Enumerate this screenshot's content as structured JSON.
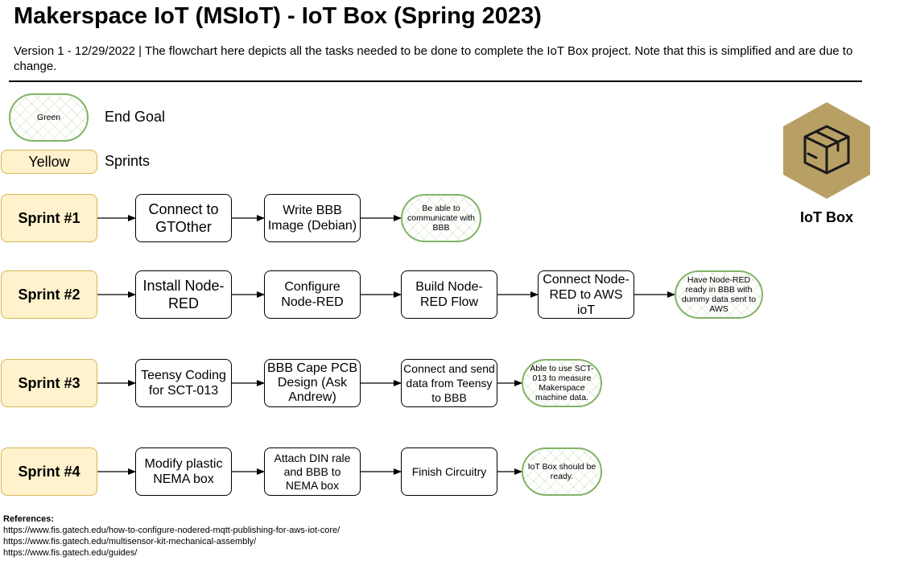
{
  "title": "Makerspace IoT (MSIoT) - IoT Box (Spring 2023)",
  "description": "Version 1 - 12/29/2022 | The flowchart here depicts all the tasks needed to be done to complete the IoT Box project. Note that this is simplified and are due to change.",
  "legend": {
    "green_swatch": "Green",
    "green_label": "End Goal",
    "yellow_swatch": "Yellow",
    "yellow_label": "Sprints"
  },
  "iot_box": {
    "label": "IoT Box",
    "icon": "package-box-icon",
    "color": "#b8a065"
  },
  "sprints": [
    {
      "label": "Sprint #1",
      "tasks": [
        "Connect to GTOther",
        "Write BBB Image (Debian)"
      ],
      "goal": "Be able to communicate with BBB"
    },
    {
      "label": "Sprint #2",
      "tasks": [
        "Install Node-RED",
        "Configure Node-RED",
        "Build Node-RED Flow",
        "Connect Node-RED to AWS ioT"
      ],
      "goal": "Have Node-RED ready in BBB with dummy data sent to AWS"
    },
    {
      "label": "Sprint #3",
      "tasks": [
        "Teensy Coding for SCT-013",
        "BBB Cape PCB Design (Ask Andrew)",
        "Connect and send data from Teensy to BBB"
      ],
      "goal": "Able to use SCT-013 to measure Makerspace machine data."
    },
    {
      "label": "Sprint #4",
      "tasks": [
        "Modify plastic NEMA box",
        "Attach DIN rale and BBB to NEMA box",
        "Finish Circuitry"
      ],
      "goal": "IoT Box should be ready."
    }
  ],
  "references": {
    "heading": "References:",
    "links": [
      "https://www.fis.gatech.edu/how-to-configure-nodered-mqtt-publishing-for-aws-iot-core/",
      "https://www.fis.gatech.edu/multisensor-kit-mechanical-assembly/",
      "https://www.fis.gatech.edu/guides/"
    ]
  },
  "colors": {
    "sprint_fill": "#fff2cc",
    "sprint_border": "#d6b656",
    "goal_border": "#82b366",
    "task_border": "#000000"
  }
}
